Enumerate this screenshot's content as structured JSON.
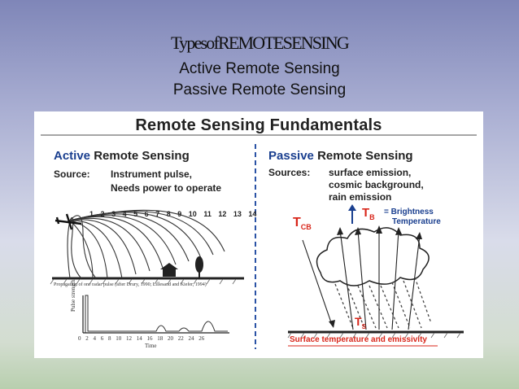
{
  "slide": {
    "title": "TypesofREMOTESENSING",
    "bullets": [
      "Active Remote Sensing",
      "Passive Remote Sensing"
    ]
  },
  "figure": {
    "title": "Remote Sensing Fundamentals",
    "active": {
      "title_word": "Active",
      "title_rest": "Remote Sensing",
      "source_label": "Source:",
      "source_line1": "Instrument pulse,",
      "source_line2": "Needs power to operate",
      "top_numbers": [
        "1",
        "2",
        "3",
        "4",
        "5",
        "6",
        "7",
        "8",
        "9",
        "10",
        "11",
        "12",
        "13",
        "14"
      ],
      "caption": "Propagation of one radar pulse (after Drury, 1990; Lillesand and Kiefer, 1994)",
      "y_axis_label": "Pulse strength",
      "x_ticks": [
        "0",
        "2",
        "4",
        "6",
        "8",
        "10",
        "12",
        "14",
        "16",
        "18",
        "20",
        "22",
        "24",
        "26"
      ],
      "x_axis_label": "Time"
    },
    "passive": {
      "title_word": "Passive",
      "title_rest": "Remote Sensing",
      "sources_label": "Sources:",
      "source_line1": "surface emission,",
      "source_line2": "cosmic background,",
      "source_line3": "rain emission",
      "tb_symbol": "T",
      "tb_sub": "B",
      "tb_label1": "= Brightness",
      "tb_label2": "Temperature",
      "tcb_symbol": "T",
      "tcb_sub": "CB",
      "ts_symbol": "T",
      "ts_sub": "S",
      "bottom_caption": "Surface temperature and emissivity"
    },
    "colors": {
      "blue": "#1a3f8f",
      "red": "#d8261a"
    }
  }
}
